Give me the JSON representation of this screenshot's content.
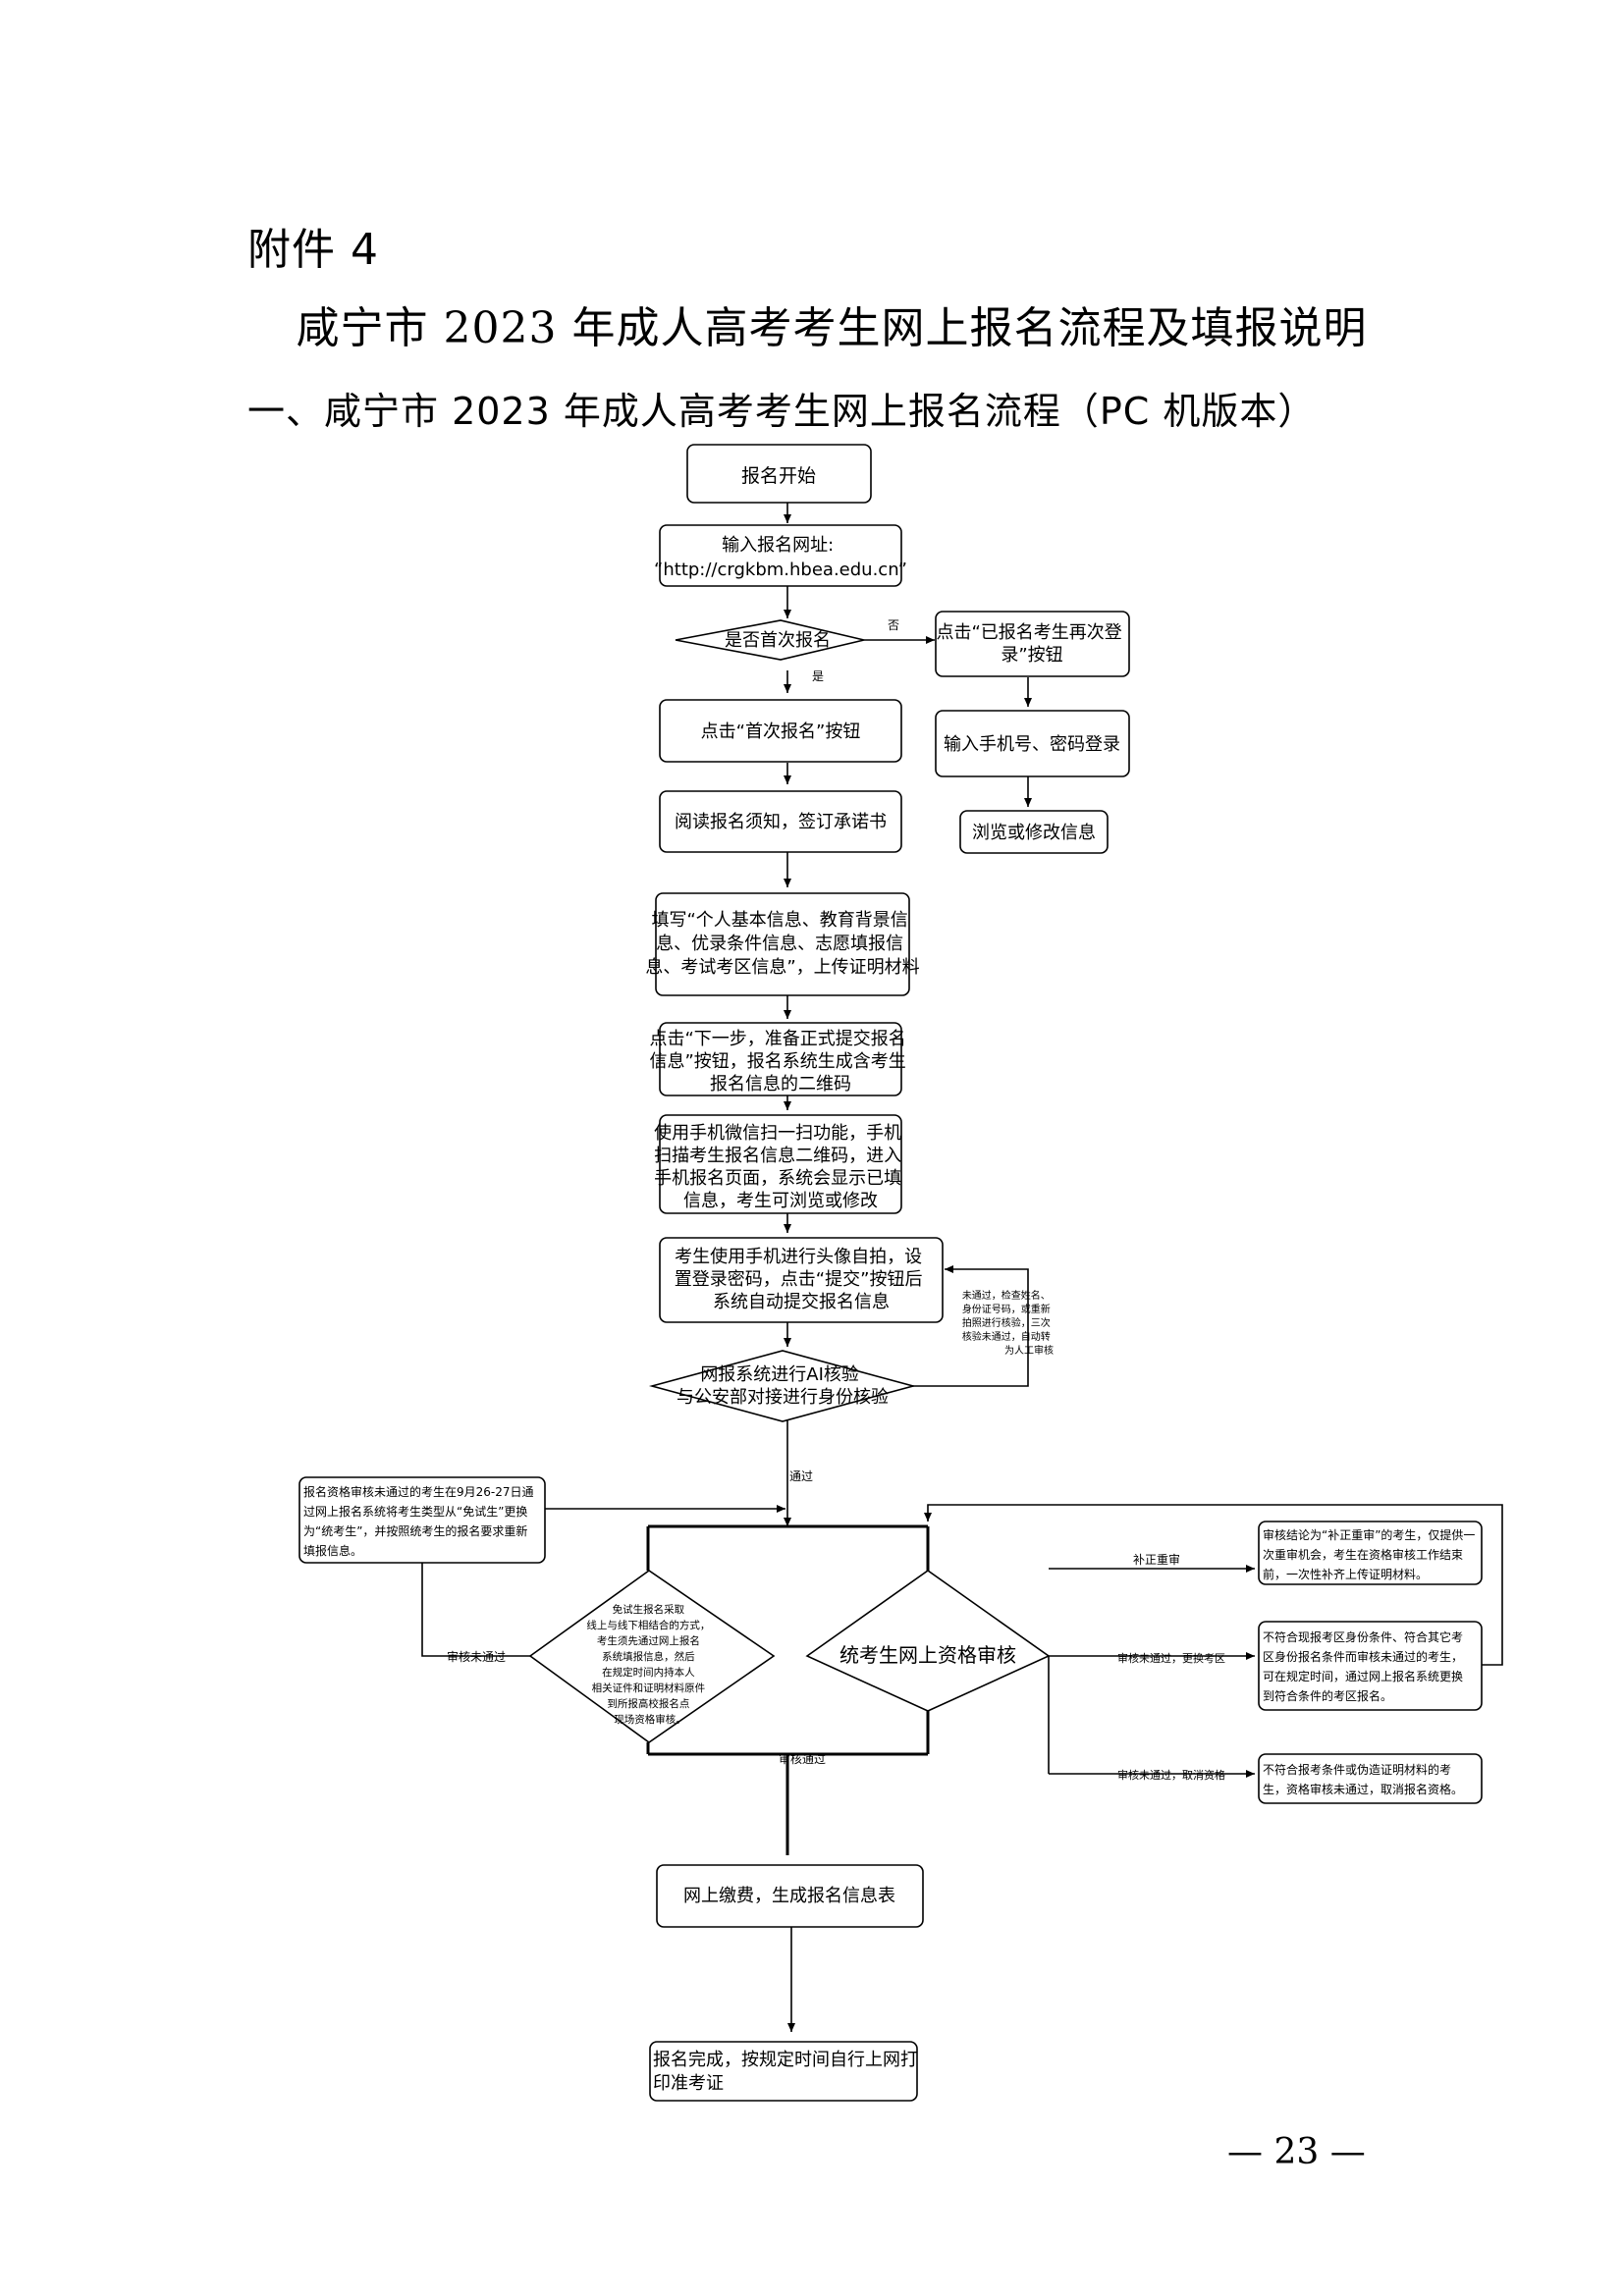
{
  "header": {
    "attachment": "附件 4",
    "title": "咸宁市 2023 年成人高考考生网上报名流程及填报说明",
    "section_heading": "一、咸宁市 2023 年成人高考考生网上报名流程（PC 机版本）"
  },
  "flowchart": {
    "start": [
      "报名开始"
    ],
    "enter_url": [
      "输入报名网址:",
      "“http://crgkbm.hbea.edu.cn”"
    ],
    "first_time": [
      "是否首次报名"
    ],
    "label_no": "否",
    "label_yes": "是",
    "relogin": [
      "点击“已报名考生再次登",
      "录”按钮"
    ],
    "phone_login": [
      "输入手机号、密码登录"
    ],
    "browse_modify": [
      "浏览或修改信息"
    ],
    "first_register": [
      "点击“首次报名”按钮"
    ],
    "read_notice": [
      "阅读报名须知，签订承诺书"
    ],
    "fill_info": [
      "填写“个人基本信息、教育背景信",
      "息、优录条件信息、志愿填报信",
      "息、考试考区信息”，上传证明材料"
    ],
    "next_step": [
      "点击“下一步，准备正式提交报名",
      "信息”按钮，报名系统生成含考生",
      "报名信息的二维码"
    ],
    "scan_qr": [
      "使用手机微信扫一扫功能，手机",
      "扫描考生报名信息二维码，进入",
      "手机报名页面，系统会显示已填",
      "信息，考生可浏览或修改"
    ],
    "selfie": [
      "考生使用手机进行头像自拍，设",
      "置登录密码，点击“提交”按钮后",
      "系统自动提交报名信息"
    ],
    "ai_verify": [
      "网报系统进行AI核验",
      "与公安部对接进行身份核验"
    ],
    "ai_fail_note": [
      "未通过，检查姓名、",
      "身份证号码，或重新",
      "拍照进行核验，三次",
      "核验未通过，自动转",
      "为人工审核"
    ],
    "label_pass": "通过",
    "exempt_fail_note": [
      "报名资格审核未通过的考生在9月26-27日通",
      "过网上报名系统将考生类型从“免试生”更换",
      "为“统考生”，并按照统考生的报名要求重新",
      "填报信息。"
    ],
    "label_review_fail": "审核未通过",
    "exempt_review": [
      "免试生报名采取",
      "线上与线下相结合的方式，",
      "考生须先通过网上报名",
      "系统填报信息，然后",
      "在规定时间内持本人",
      "相关证件和证明材料原件",
      "到所报高校报名点",
      "现场资格审核。"
    ],
    "unified_review": [
      "统考生网上资格审核"
    ],
    "label_resubmit": "补正重审",
    "resubmit_note": [
      "审核结论为“补正重审”的考生，仅提供一",
      "次重审机会，考生在资格审核工作结束",
      "前，一次性补齐上传证明材料。"
    ],
    "label_change_area": "审核未通过，更换考区",
    "change_area_note": [
      "不符合现报考区身份条件、符合其它考",
      "区身份报名条件而审核未通过的考生，",
      "可在规定时间，通过网上报名系统更换",
      "到符合条件的考区报名。"
    ],
    "label_cancel": "审核未通过，取消资格",
    "cancel_note": [
      "不符合报考条件或伪造证明材料的考",
      "生，资格审核未通过，取消报名资格。"
    ],
    "label_review_pass": "审核通过",
    "payment": [
      "网上缴费，生成报名信息表"
    ],
    "complete": [
      "报名完成，按规定时间自行上网打",
      "印准考证"
    ]
  },
  "footer": {
    "page_number": "— 23 —"
  }
}
